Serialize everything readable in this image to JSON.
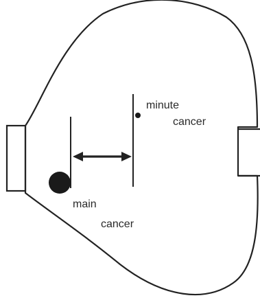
{
  "diagram": {
    "labels": {
      "minute_cancer_line1": "minute",
      "minute_cancer_line2": "cancer",
      "main_cancer_line1": "main",
      "main_cancer_line2": "cancer"
    },
    "colors": {
      "stroke": "#222222",
      "lesion_fill": "#1a1a1a",
      "background": "#ffffff"
    }
  }
}
